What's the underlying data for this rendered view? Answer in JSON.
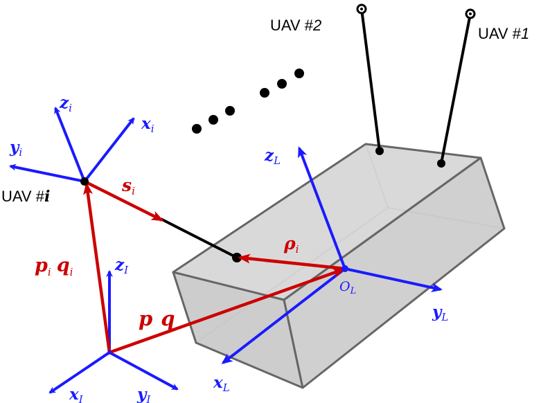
{
  "colors": {
    "frame_axis": "#1a1aff",
    "position_vector": "#cc0000",
    "cable": "#000000",
    "load_fill": "#cfcfcf",
    "load_edge": "#666666"
  },
  "uav_labels": {
    "uav2_prefix": "UAV #",
    "uav2_num": "2",
    "uav1_prefix": "UAV #",
    "uav1_num": "1",
    "uavi_prefix": "UAV #",
    "uavi_num": "i"
  },
  "uav_frame": {
    "x": "x",
    "x_sub": "i",
    "y": "y",
    "y_sub": "i",
    "z": "z",
    "z_sub": "i"
  },
  "inertial_frame": {
    "x": "x",
    "x_sub": "I",
    "y": "y",
    "y_sub": "I",
    "z": "z",
    "z_sub": "I"
  },
  "load_frame": {
    "x": "x",
    "x_sub": "L",
    "y": "y",
    "y_sub": "L",
    "z": "z",
    "z_sub": "L",
    "origin": "O",
    "origin_sub": "L"
  },
  "vectors": {
    "s": "s",
    "s_sub": "i",
    "rho": "ρ",
    "rho_sub": "i",
    "p_i": "p",
    "p_i_sub": "i",
    "q_i": "q",
    "q_i_sub": "i",
    "p": "p",
    "q": "q"
  }
}
